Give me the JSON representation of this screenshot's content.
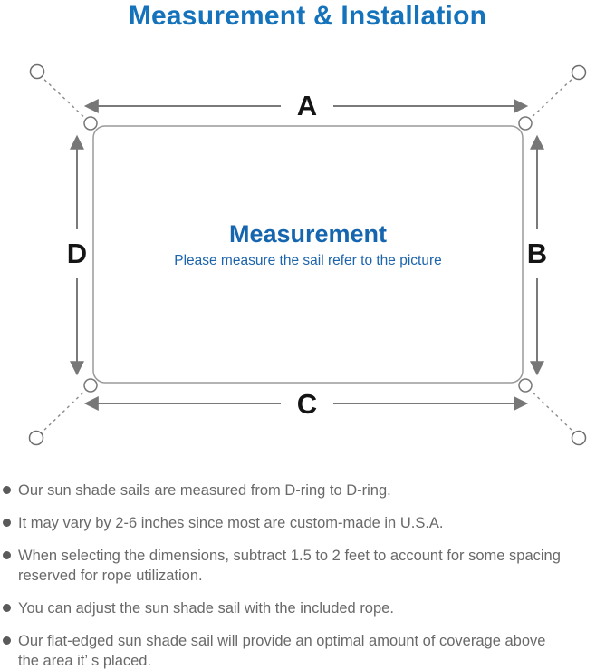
{
  "title": "Measurement & Installation",
  "diagram": {
    "label_top": "A",
    "label_right": "B",
    "label_bottom": "C",
    "label_left": "D",
    "center_title": "Measurement",
    "center_caption": "Please measure the sail refer to the picture"
  },
  "notes": [
    {
      "lines": [
        "Our sun shade sails are measured from D-ring to D-ring."
      ]
    },
    {
      "lines": [
        "It may vary by 2-6 inches since most are custom-made in U.S.A."
      ]
    },
    {
      "lines": [
        "When selecting the dimensions, subtract 1.5 to 2 feet to account for some spacing",
        "reserved for rope utilization."
      ]
    },
    {
      "lines": [
        "You can adjust the sun shade sail with the included rope."
      ]
    },
    {
      "lines": [
        "Our flat-edged sun shade sail will provide an optimal amount of coverage above",
        "the area it’ s placed."
      ]
    }
  ],
  "colors": {
    "title_blue": "#1573BB",
    "center_blue": "#1566AE",
    "caption_blue": "#1C64AB",
    "note_gray": "#696969",
    "bullet_gray": "#5A5A5A",
    "line_gray": "#9A9A9A",
    "arrow_gray": "#7A7A7A",
    "dimension_black": "#141414"
  }
}
